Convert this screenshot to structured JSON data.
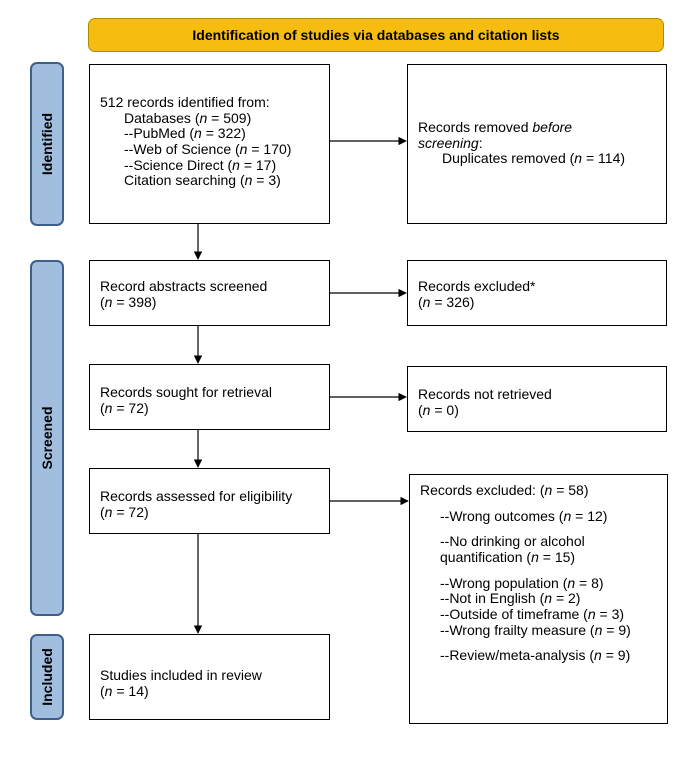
{
  "header": {
    "title": "Identification of studies via databases and citation lists"
  },
  "stages": {
    "identified": "Identified",
    "screened": "Screened",
    "included": "Included"
  },
  "identification": {
    "intro": "512 records identified from:",
    "databases": {
      "label": "Databases (",
      "n": "n",
      "value": " = 509)"
    },
    "pubmed": {
      "label": "--PubMed (",
      "n": "n",
      "value": " = 322)"
    },
    "wos": {
      "label": "--Web of Science (",
      "n": "n",
      "value": " = 170)"
    },
    "sciencedirect": {
      "label": "--Science Direct (",
      "n": "n",
      "value": " = 17)"
    },
    "citation": {
      "label": "Citation searching (",
      "n": "n",
      "value": " = 3)"
    }
  },
  "removed": {
    "title_start": "Records removed ",
    "title_em": "before screening",
    "title_end": ":",
    "duplicates": {
      "label": "Duplicates removed (",
      "n": "n",
      "value": " = 114)"
    }
  },
  "abstracts": {
    "title": "Record abstracts screened",
    "open": "(",
    "n": "n",
    "value": " = 398)"
  },
  "excluded_abstracts": {
    "title": "Records excluded*",
    "open": "(",
    "n": "n",
    "value": " = 326)"
  },
  "retrieval": {
    "title": "Records sought for retrieval",
    "open": "(",
    "n": "n",
    "value": " = 72)"
  },
  "not_retrieved": {
    "title": "Records not retrieved",
    "open": "(",
    "n": "n",
    "value": " = 0)"
  },
  "eligibility": {
    "title": "Records assessed for eligibility",
    "open": "(",
    "n": "n",
    "value": " = 72)"
  },
  "excluded_eligibility": {
    "title": {
      "label": "Records excluded: (",
      "n": "n",
      "value": " = 58)"
    },
    "reasons": [
      {
        "label": "--Wrong outcomes (",
        "n": "n",
        "value": " = 12)"
      },
      {
        "label": "--No drinking or alcohol",
        "n": "",
        "value": ""
      },
      {
        "label": "quantification (",
        "n": "n",
        "value": " = 15)"
      },
      {
        "label": "--Wrong population (",
        "n": "n",
        "value": " = 8)"
      },
      {
        "label": "--Not in English (",
        "n": "n",
        "value": " = 2)"
      },
      {
        "label": "--Outside of timeframe (",
        "n": "n",
        "value": " = 3)"
      },
      {
        "label": "--Wrong frailty measure (",
        "n": "n",
        "value": " = 9)"
      },
      {
        "label": "--Review/meta-analysis (",
        "n": "n",
        "value": " = 9)"
      }
    ]
  },
  "included": {
    "title": "Studies included in review",
    "open": "(",
    "n": "n",
    "value": " = 14)"
  },
  "colors": {
    "header_fill": "#f7bc10",
    "stage_fill": "#a2bedf",
    "stage_border": "#3f5f88"
  }
}
